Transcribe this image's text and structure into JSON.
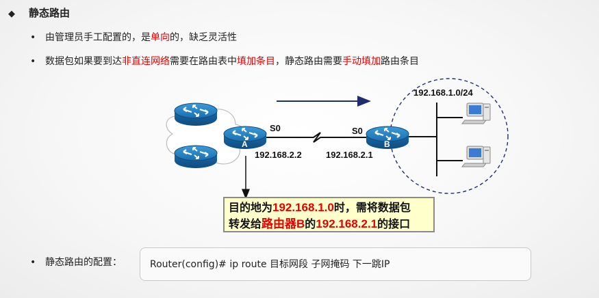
{
  "heading": {
    "icon": "diamond-bullet-icon",
    "text": "静态路由"
  },
  "bullets": [
    {
      "parts": [
        "由管理员手工配置的，是",
        "单向",
        "的，缺乏灵活性"
      ]
    },
    {
      "parts": [
        "数据包如果要到达",
        "非直连网络",
        "需要在路由表中",
        "填加条目",
        "，静态路由需要",
        "手动填加",
        "路由条目"
      ]
    },
    {
      "label": "静态路由的配置："
    }
  ],
  "diagram": {
    "network_label": "192.168.1.0/24",
    "router_a": {
      "name": "A",
      "interface": "S0",
      "ip": "192.168.2.2"
    },
    "router_b": {
      "name": "B",
      "interface": "S0",
      "ip": "192.168.2.1"
    },
    "icons": [
      "router-icon",
      "pc-icon",
      "cloud-icon",
      "arrow-icon"
    ],
    "colors": {
      "router": "#1a73b5",
      "arrow": "#1f2d6e",
      "highlight": "#e60000"
    }
  },
  "callout": {
    "line1": [
      "目的地为",
      "192.168.1.0",
      "时，需将数据包"
    ],
    "line2": [
      "转发给",
      "路由器B",
      "的",
      "192.168.2.1",
      "的接口"
    ]
  },
  "config": {
    "command": "Router(config)# ip  route  目标网段  子网掩码  下一跳IP"
  }
}
